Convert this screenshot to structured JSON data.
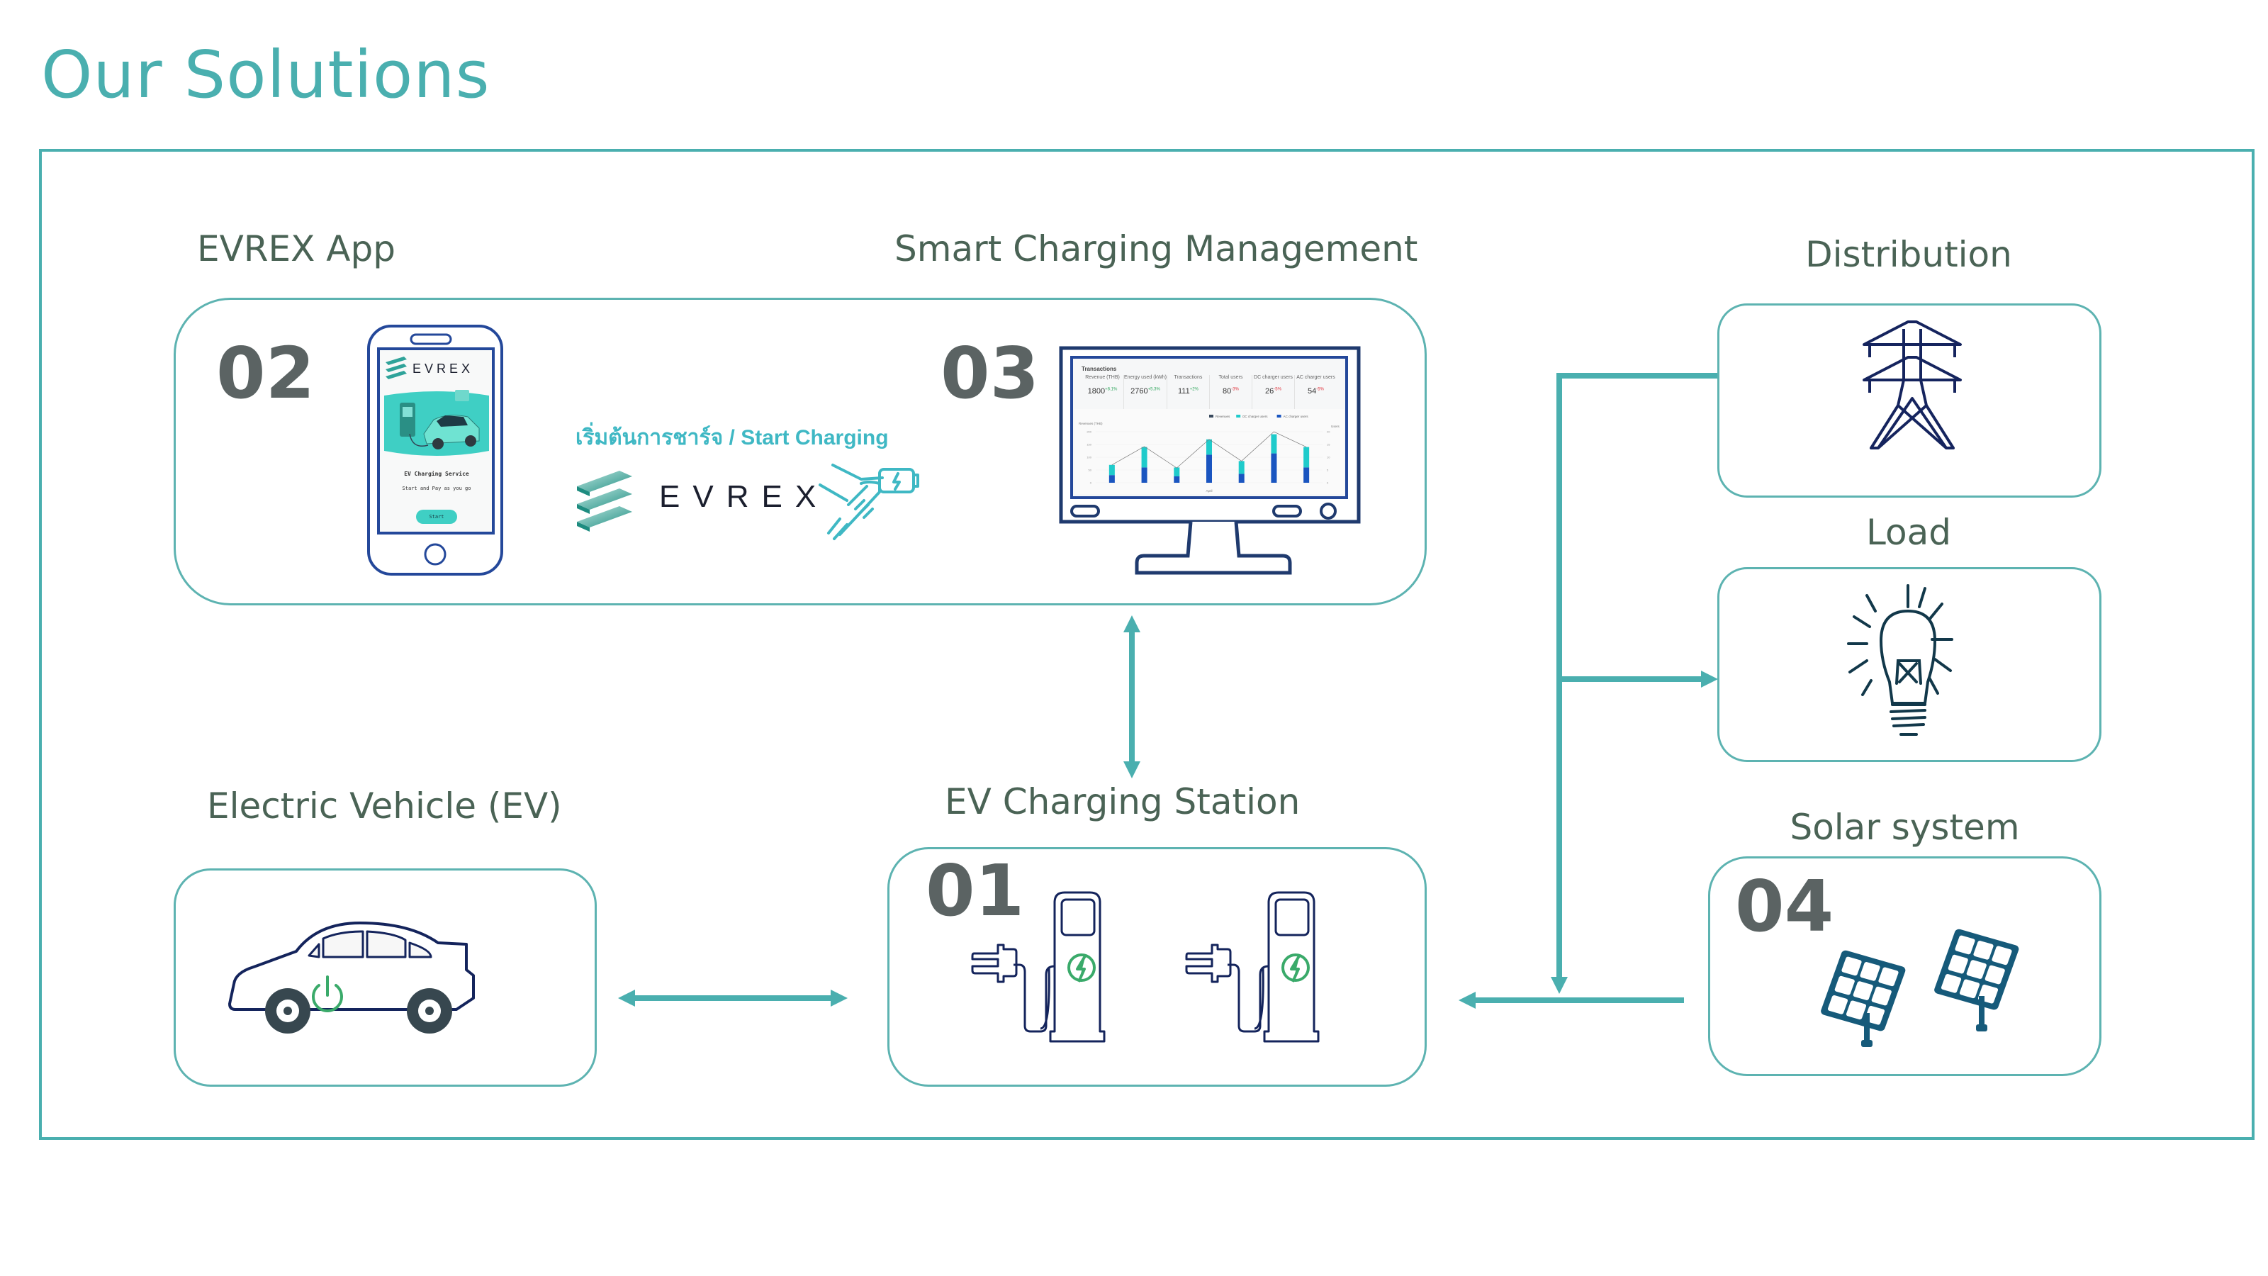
{
  "page": {
    "title": "Our Solutions"
  },
  "colors": {
    "accent": "#4AAFAF",
    "label_text": "#4A6355",
    "number_text": "#5B6363",
    "icon_navy": "#1F3A6E",
    "evrex_teal": "#3FB8C4",
    "green": "#3AAA6A",
    "solar_blue": "#165A7A"
  },
  "sections": {
    "evrex_app": {
      "label": "EVREX App",
      "number": "02"
    },
    "smart_charging": {
      "label": "Smart Charging Management",
      "number": "03"
    },
    "distribution": {
      "label": "Distribution",
      "icon": "transmission-tower-icon"
    },
    "load": {
      "label": "Load",
      "icon": "light-bulb-icon"
    },
    "solar": {
      "label": "Solar system",
      "number": "04",
      "icon": "solar-panel-icon"
    },
    "ev": {
      "label": "Electric Vehicle (EV)",
      "icon": "car-icon"
    },
    "charging_station": {
      "label": "EV Charging Station",
      "number": "01",
      "icon": "charging-station-icon"
    }
  },
  "phone": {
    "brand": "EVREX",
    "service_title": "EV Charging Service",
    "service_subtitle": "Start and Pay as you go",
    "start_button": "Start"
  },
  "start_charging": {
    "thai": "เริ่มต้นการชาร์จ",
    "separator": "/",
    "english": "Start Charging",
    "brand": "EVREX"
  },
  "dashboard": {
    "title": "Transactions",
    "kpis": [
      {
        "label": "Revenue (THB)",
        "value": "1800",
        "delta": "+8.1%",
        "trend": "up"
      },
      {
        "label": "Energy used (kWh)",
        "value": "2760",
        "delta": "+5.3%",
        "trend": "up"
      },
      {
        "label": "Transactions",
        "value": "111",
        "delta": "+2%",
        "trend": "up"
      },
      {
        "label": "Total users",
        "value": "80",
        "delta": "-3%",
        "trend": "down"
      },
      {
        "label": "DC charger users",
        "value": "26",
        "delta": "-5%",
        "trend": "down"
      },
      {
        "label": "AC charger users",
        "value": "54",
        "delta": "-5%",
        "trend": "down"
      }
    ],
    "chart_data": {
      "type": "bar",
      "title": "",
      "xlabel": "April",
      "ylabel": "Revenues (THB)",
      "y2label": "Users",
      "ylim": [
        0,
        200
      ],
      "y2lim": [
        0,
        20
      ],
      "yticks": [
        "0",
        "50",
        "100",
        "150",
        "200"
      ],
      "y2ticks": [
        "0",
        "5",
        "10",
        "15",
        "20"
      ],
      "legend": [
        "Revenues",
        "DC charger users",
        "AC charger users"
      ],
      "legend_colors": [
        "#3A4A5E",
        "#1FCBCB",
        "#1A55C0"
      ],
      "legend_position": "top-right",
      "categories": [
        "1",
        "2",
        "3",
        "4",
        "5",
        "6",
        "7"
      ],
      "series": [
        {
          "name": "AC charger users",
          "stack": true,
          "values": [
            3,
            6,
            2.5,
            11,
            3.5,
            11.5,
            6
          ]
        },
        {
          "name": "DC charger users",
          "stack": true,
          "values": [
            4,
            8,
            3.5,
            6,
            5,
            7.5,
            8
          ]
        },
        {
          "name": "Revenues",
          "type": "line",
          "values": [
            70,
            142,
            58,
            170,
            85,
            200,
            140
          ]
        }
      ]
    }
  }
}
